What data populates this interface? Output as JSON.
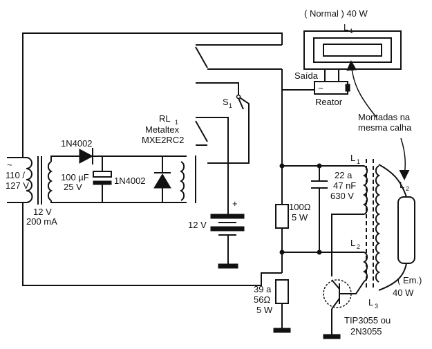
{
  "labels": {
    "tilde": "~",
    "mains_v1": "110 /",
    "mains_v2": "127 V",
    "trafo_v": "12 V",
    "trafo_i": "200 mA",
    "d1": "1N4002",
    "c1_val": "100 µF",
    "c1_volt": "25 V",
    "d2": "1N4002",
    "relay_name": "RL",
    "relay_sub": "1",
    "relay_brand": "Metaltex",
    "relay_model": "MXE2RC2",
    "switch_name": "S",
    "switch_sub": "1",
    "battery_v": "12 V",
    "plus": "+",
    "normal_lamp": "( Normal ) 40 W",
    "l1_top": "L",
    "l1_top_sub": "1",
    "saida": "Saída",
    "reator": "Reator",
    "ballast_tilde": "~",
    "montadas_1": "Montadas na",
    "montadas_2": "mesma calha",
    "l1_coil": "L",
    "l1_coil_sub": "1",
    "cap_1": "22 a",
    "cap_2": "47 nF",
    "cap_3": "630 V",
    "r1_1": "100Ω",
    "r1_2": "5 W",
    "l2_coil": "L",
    "l2_coil_sub": "2",
    "l2_lamp": "L",
    "l2_lamp_sub": "2",
    "r2_1": "39 a",
    "r2_2": "56Ω",
    "r2_3": "5 W",
    "l3": "L",
    "l3_sub": "3",
    "em": "( Em.)",
    "em_w": "40 W",
    "transistor_1": "TIP3055 ou",
    "transistor_2": "2N3055"
  }
}
